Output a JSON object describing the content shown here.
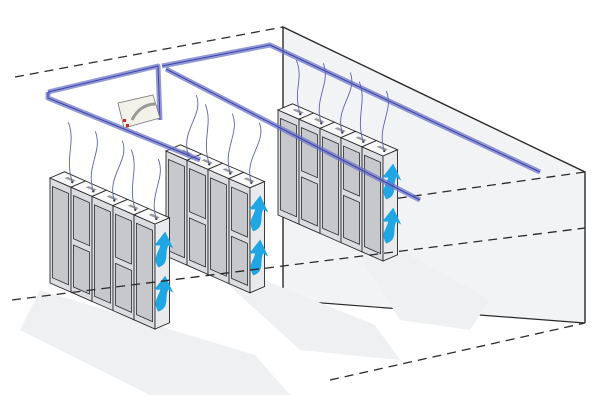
{
  "diagram": {
    "kind": "isometric data center cooling illustration",
    "rows": [
      {
        "id": "row-front",
        "cabinets": 5,
        "door_styles": [
          "single",
          "split",
          "single",
          "split",
          "single"
        ]
      },
      {
        "id": "row-middle",
        "cabinets": 4,
        "door_styles": [
          "single",
          "split",
          "single",
          "split"
        ]
      },
      {
        "id": "row-back",
        "cabinets": 5,
        "door_styles": [
          "single",
          "split",
          "single",
          "split",
          "single"
        ]
      }
    ],
    "airflow_arrows_per_row_end": 2,
    "colors": {
      "room_wall": "#f2f3f5",
      "cabinet_door": "#c7c8cc",
      "cabinet_frame": "#dcdde0",
      "cabinet_top": "#fafafa",
      "cabinet_end": "#e9eaec",
      "outline": "#2a2a2a",
      "duct": "#6f77c8",
      "duct_dark": "#3b43a8",
      "tube": "#5a62b8",
      "arrow": "#1fa6e3",
      "floor_shadow": "#eef0f2",
      "vent": "#9a9a9a",
      "unit_red": "#d42020"
    }
  }
}
